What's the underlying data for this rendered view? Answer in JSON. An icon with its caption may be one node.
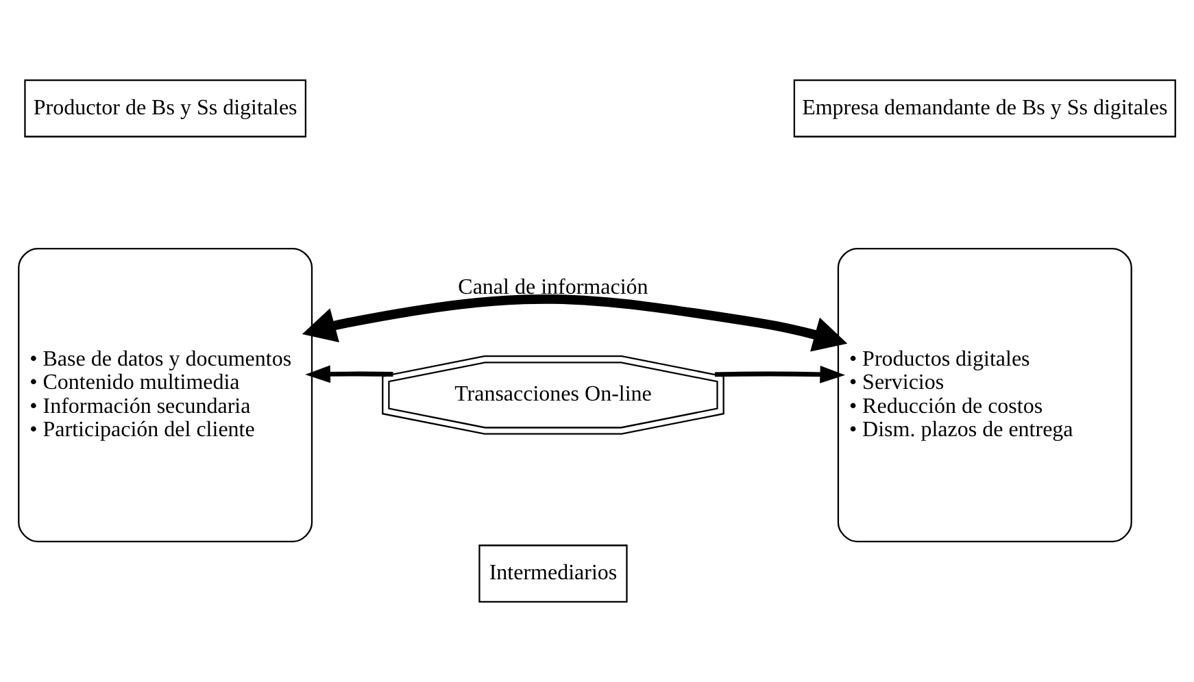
{
  "diagram": {
    "nodes": [
      {
        "text": [
          "Productor de Bs y Ss digitales"
        ]
      },
      {
        "text": [
          "Empresa demandante de Bs y Ss digitales"
        ]
      },
      {
        "text": [
          "• Base de datos y documentos",
          "• Contenido multimedia",
          "• Información secundaria",
          "• Participación del cliente"
        ]
      },
      {
        "text": [
          "• Productos digitales",
          "• Servicios",
          "• Reducción de costos",
          "• Dism. plazos de entrega"
        ]
      },
      {
        "text": [
          "Transacciones On-line"
        ]
      },
      {
        "text": [
          "Intermediarios"
        ]
      }
    ],
    "edges": [
      {
        "from": 2,
        "to": 3,
        "arrow": "both",
        "label": "Canal de información",
        "style": "thick"
      },
      {
        "from": 4,
        "to": 2,
        "arrow": "to"
      },
      {
        "from": 4,
        "to": 3,
        "arrow": "to"
      }
    ]
  }
}
